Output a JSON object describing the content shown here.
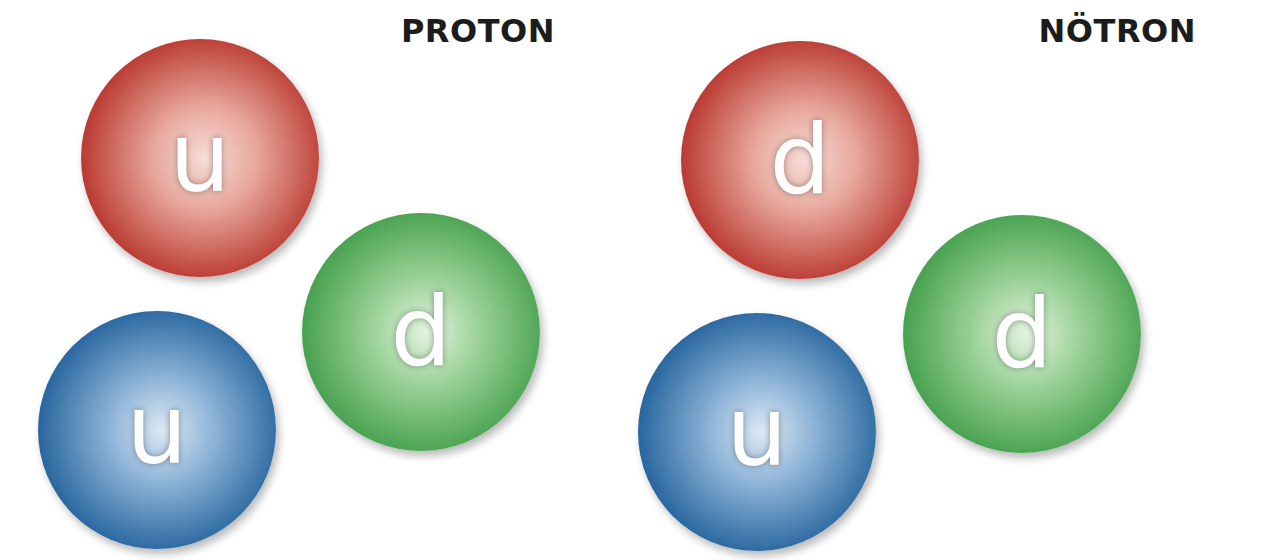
{
  "diagram": {
    "nodes": [
      {
        "text": [
          "u"
        ]
      },
      {
        "text": [
          "d"
        ]
      },
      {
        "text": [
          "u"
        ]
      },
      {
        "text": [
          "d"
        ]
      },
      {
        "text": [
          "d"
        ]
      },
      {
        "text": [
          "u"
        ]
      }
    ],
    "labels": [
      "PROTON",
      "NÖTRON"
    ]
  }
}
